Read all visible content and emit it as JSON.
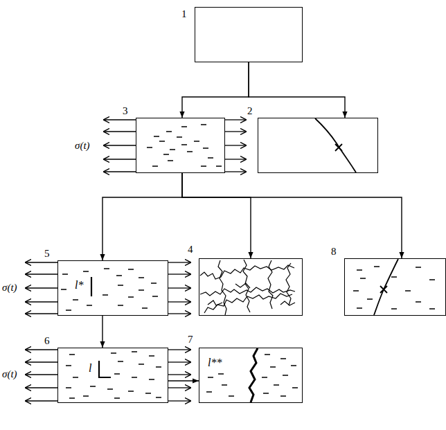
{
  "diagram": {
    "nodes": [
      {
        "text": [
          "1"
        ]
      },
      {
        "text": [
          "3"
        ]
      },
      {
        "text": [
          "2"
        ]
      },
      {
        "text": [
          "5",
          "l*"
        ]
      },
      {
        "text": [
          "4"
        ]
      },
      {
        "text": [
          "8"
        ]
      },
      {
        "text": [
          "6",
          "l"
        ]
      },
      {
        "text": [
          "7",
          "l**"
        ]
      }
    ],
    "edges": [
      {
        "from": 0,
        "to": 1,
        "arrow": "to"
      },
      {
        "from": 0,
        "to": 2,
        "arrow": "to"
      },
      {
        "from": 1,
        "to": 3,
        "arrow": "to"
      },
      {
        "from": 1,
        "to": 4,
        "arrow": "to"
      },
      {
        "from": 1,
        "to": 5,
        "arrow": "to"
      },
      {
        "from": 3,
        "to": 6,
        "arrow": "to"
      },
      {
        "from": 6,
        "to": 7,
        "arrow": "to"
      }
    ],
    "labels": [
      "σ(t)",
      "σ(t)",
      "σ(t)"
    ]
  }
}
